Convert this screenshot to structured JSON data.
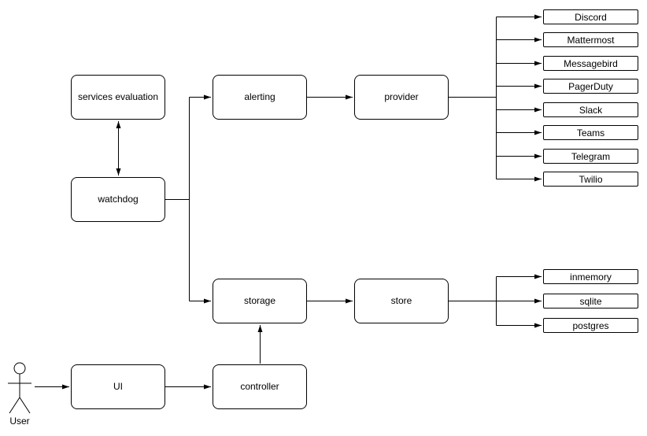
{
  "nodes": {
    "services_evaluation": "services evaluation",
    "watchdog": "watchdog",
    "alerting": "alerting",
    "provider": "provider",
    "storage": "storage",
    "store": "store",
    "ui": "UI",
    "controller": "controller"
  },
  "providers": [
    "Discord",
    "Mattermost",
    "Messagebird",
    "PagerDuty",
    "Slack",
    "Teams",
    "Telegram",
    "Twilio"
  ],
  "stores": [
    "inmemory",
    "sqlite",
    "postgres"
  ],
  "actor": {
    "label": "User"
  },
  "colors": {
    "stroke": "#000000",
    "fill": "#ffffff",
    "background": "#ffffff"
  }
}
